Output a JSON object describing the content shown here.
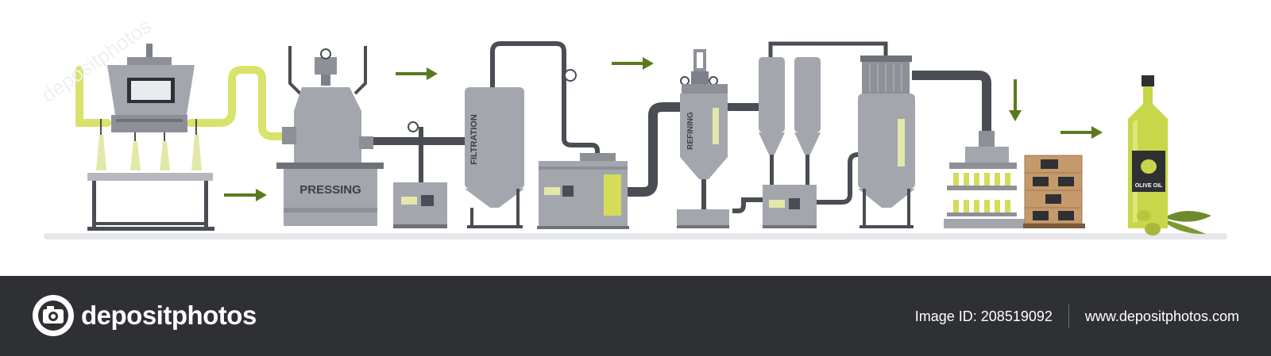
{
  "stages": {
    "pressing": "PRESSING",
    "filtration": "FILTRATION",
    "refining": "REFINING",
    "bottle": "OLIVE OIL"
  },
  "footer": {
    "brand": "depositphotos",
    "image_id": "Image ID: 208519092",
    "url": "www.depositphotos.com"
  },
  "colors": {
    "machine": "#a4a6ad",
    "machine_dark": "#7d8088",
    "pipe": "#4a4d53",
    "olive_pipe": "#d9e26a",
    "arrow": "#5a7a1e",
    "bottle": "#c8d64a",
    "footer_bg": "#2f3033"
  }
}
